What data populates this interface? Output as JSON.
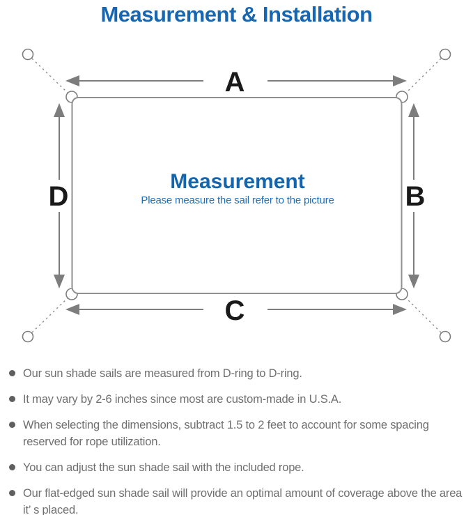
{
  "title": "Measurement & Installation",
  "diagram": {
    "labels": {
      "top": "A",
      "right": "B",
      "bottom": "C",
      "left": "D"
    },
    "center_title": "Measurement",
    "center_subtitle": "Please measure the sail refer to the picture"
  },
  "colors": {
    "heading_blue": "#1766b2",
    "center_title_blue": "#1565ad",
    "subtitle_blue": "#1e6fbb",
    "arrow_gray": "#7d7d7d",
    "outline_gray": "#909090",
    "body_text_gray": "#6f6f6f",
    "label_black": "#1a1a1a"
  },
  "bullets": [
    "Our sun shade sails are measured from D-ring to D-ring.",
    "It may vary by 2-6 inches since most are custom-made in U.S.A.",
    "When selecting the dimensions, subtract 1.5 to 2 feet to account for some spacing reserved for rope utilization.",
    "You can adjust the sun shade sail with the included rope.",
    "Our flat-edged sun shade sail will provide an optimal amount of coverage above the area it’ s placed."
  ]
}
